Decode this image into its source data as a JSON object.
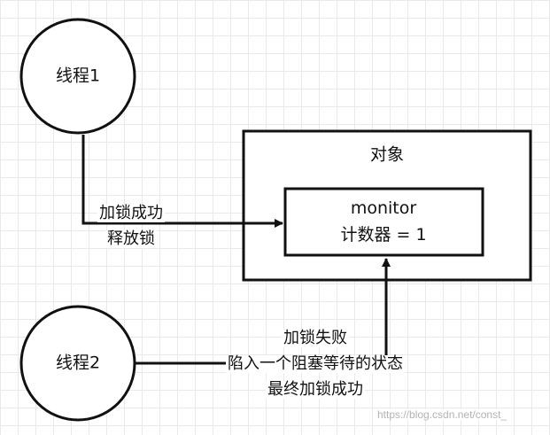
{
  "diagram": {
    "nodes": {
      "thread1": "线程1",
      "thread2": "线程2",
      "object": "对象",
      "monitor": [
        "monitor",
        "计数器 = 1"
      ]
    },
    "edges": {
      "thread1_to_monitor": [
        "加锁成功",
        "释放锁"
      ],
      "thread2_to_monitor": [
        "加锁失败",
        "陷入一个阻塞等待的状态",
        "最终加锁成功"
      ]
    }
  },
  "watermark": "https://blog.csdn.net/const_"
}
